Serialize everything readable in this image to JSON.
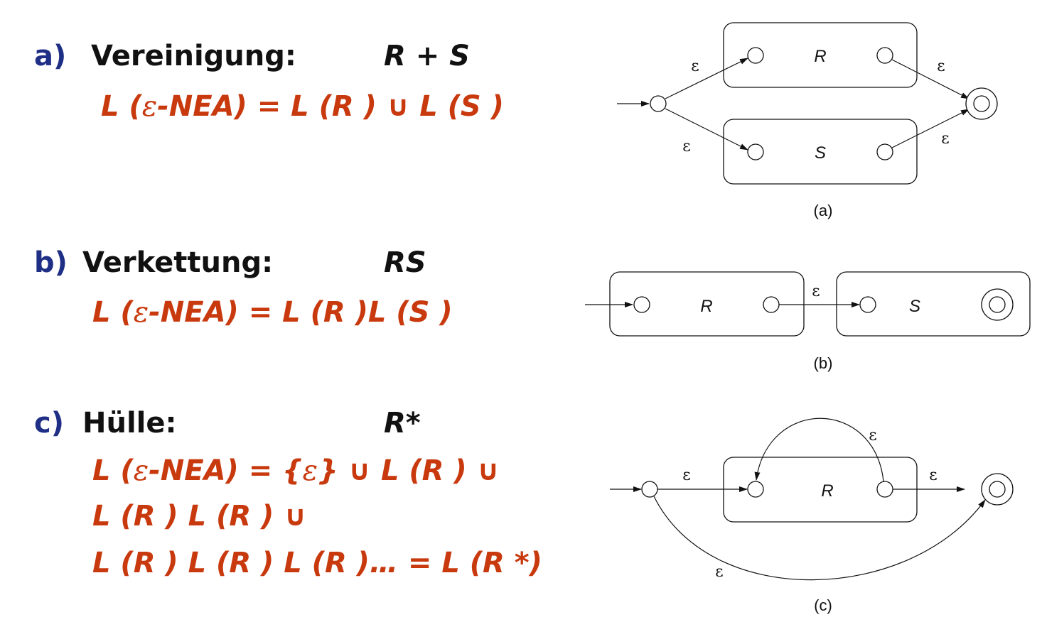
{
  "sections": [
    {
      "marker": "a)",
      "heading": "Vereinigung:",
      "expression": "R + S",
      "formula_lines": [
        [
          {
            "t": "L (",
            "c": "it"
          },
          {
            "t": "ε",
            "c": "eps"
          },
          {
            "t": "-NEA) = L (R )",
            "c": "it"
          },
          {
            "t": " ∪ ",
            "c": "up"
          },
          {
            "t": "L (S )",
            "c": "it"
          }
        ]
      ]
    },
    {
      "marker": "b)",
      "heading": "Verkettung:",
      "expression": "RS",
      "formula_lines": [
        [
          {
            "t": "L (",
            "c": "it"
          },
          {
            "t": "ε",
            "c": "eps"
          },
          {
            "t": "-NEA) = L (R )L (S )",
            "c": "it"
          }
        ]
      ]
    },
    {
      "marker": "c)",
      "heading": "Hülle:",
      "expression": "R*",
      "formula_lines": [
        [
          {
            "t": "L (",
            "c": "it"
          },
          {
            "t": "ε",
            "c": "eps"
          },
          {
            "t": "-NEA) = {",
            "c": "it"
          },
          {
            "t": "ε",
            "c": "eps"
          },
          {
            "t": "}",
            "c": "it"
          },
          {
            "t": " ∪ ",
            "c": "up"
          },
          {
            "t": "L (R )",
            "c": "it"
          },
          {
            "t": " ∪",
            "c": "up"
          }
        ],
        [
          {
            "t": "L (R ) L (R )",
            "c": "it"
          },
          {
            "t": " ∪",
            "c": "up"
          }
        ],
        [
          {
            "t": "L (R ) L (R ) L (R )… = L (R *)",
            "c": "it"
          }
        ]
      ]
    }
  ],
  "diagrams": {
    "a": {
      "box_top": "R",
      "box_bottom": "S",
      "edge_label": "ε",
      "caption": "(a)"
    },
    "b": {
      "box_left": "R",
      "box_right": "S",
      "edge_label": "ε",
      "caption": "(b)"
    },
    "c": {
      "box": "R",
      "edge_label": "ε",
      "caption": "(c)"
    }
  },
  "colors": {
    "marker": "#1f2f86",
    "heading": "#111111",
    "formula": "#c8390e"
  }
}
